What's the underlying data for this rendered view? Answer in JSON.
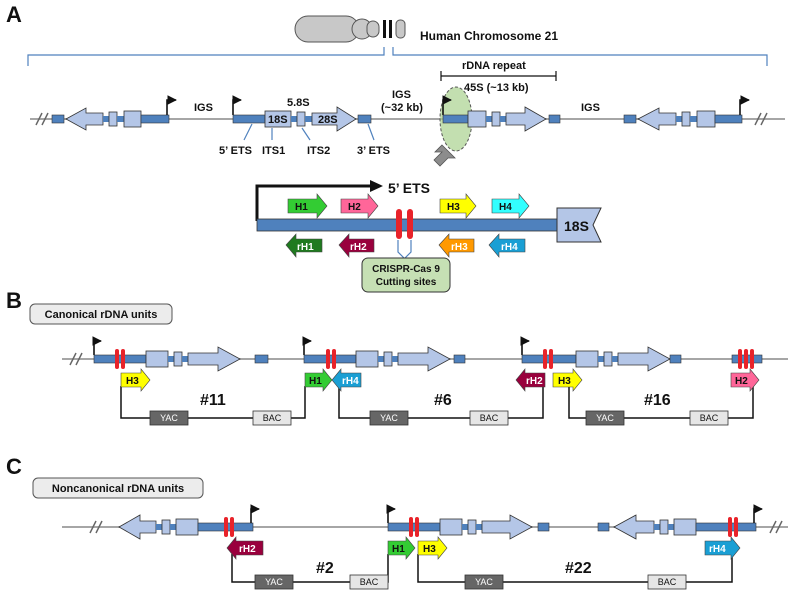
{
  "panel_a": {
    "letter": "A",
    "chromosome_title": "Human Chromosome 21",
    "igs_left": "IGS",
    "igs_right": "IGS",
    "igs_mid": "IGS",
    "igs_mid_size": "(~32 kb)",
    "rdna_repeat": "rDNA repeat",
    "size_45s": "45S (~13 kb)",
    "label_58s": "5.8S",
    "label_18s": "18S",
    "label_28s": "28S",
    "ets5": "5’ ETS",
    "its1": "ITS1",
    "its2": "ITS2",
    "ets3": "3’ ETS",
    "zoom_title": "5’ ETS",
    "zoom_18s": "18S",
    "forward_primers": [
      "H1",
      "H2",
      "H3",
      "H4"
    ],
    "reverse_primers": [
      "rH1",
      "rH2",
      "rH3",
      "rH4"
    ],
    "crispr_line1": "CRISPR-Cas 9",
    "crispr_line2": "Cutting sites"
  },
  "panel_b": {
    "letter": "B",
    "box_label": "Canonical rDNA units",
    "clones": [
      {
        "id": "#11",
        "left_primer": "H3",
        "right_primer": "H1"
      },
      {
        "id": "#6",
        "left_primer": "rH4",
        "right_primer": "rH2"
      },
      {
        "id": "#16",
        "left_primer": "H3",
        "right_primer": "H2"
      }
    ]
  },
  "panel_c": {
    "letter": "C",
    "box_label": "Noncanonical rDNA units",
    "clones": [
      {
        "id": "#2",
        "left_primer": "rH2",
        "right_primer": "H1"
      },
      {
        "id": "#22",
        "left_primer": "H3",
        "right_primer": "rH4"
      }
    ]
  },
  "vector": {
    "yac": "YAC",
    "bac": "BAC"
  },
  "colors": {
    "unit_blue": "#b4c6e7",
    "bar_blue": "#4f81bd",
    "cut_red": "#e8232a",
    "h1": "#33cc33",
    "h2": "#ff6699",
    "h3": "#ffff00",
    "h4": "#33ffff",
    "rh1": "#1f7a1f",
    "rh2": "#99003d",
    "rh3": "#ff9900",
    "rh4": "#1a9fd4",
    "yac_fill": "#666666",
    "bac_fill": "#e6e6e6",
    "crispr_fill": "#c6e0b4"
  }
}
